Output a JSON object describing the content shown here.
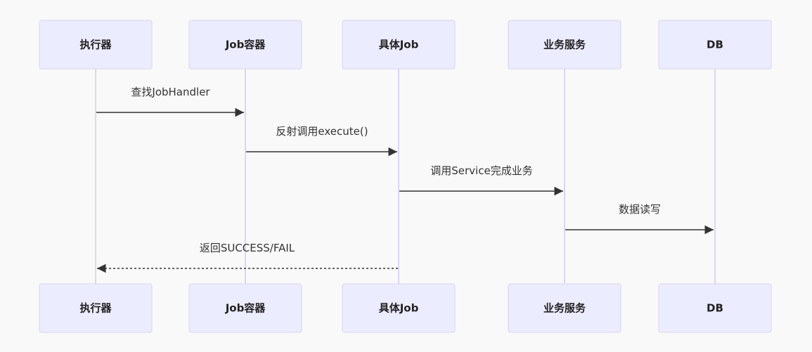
{
  "participants": [
    {
      "id": "executor",
      "label": "执行器"
    },
    {
      "id": "container",
      "label": "Job容器"
    },
    {
      "id": "job",
      "label": "具体Job"
    },
    {
      "id": "service",
      "label": "业务服务"
    },
    {
      "id": "db",
      "label": "DB"
    }
  ],
  "messages": [
    {
      "from": 0,
      "to": 1,
      "label": "查找JobHandler",
      "style": "solid"
    },
    {
      "from": 1,
      "to": 2,
      "label": "反射调用execute()",
      "style": "solid"
    },
    {
      "from": 2,
      "to": 3,
      "label": "调用Service完成业务",
      "style": "solid"
    },
    {
      "from": 3,
      "to": 4,
      "label": "数据读写",
      "style": "solid"
    },
    {
      "from": 2,
      "to": 0,
      "label": "返回SUCCESS/FAIL",
      "style": "dashed"
    }
  ]
}
